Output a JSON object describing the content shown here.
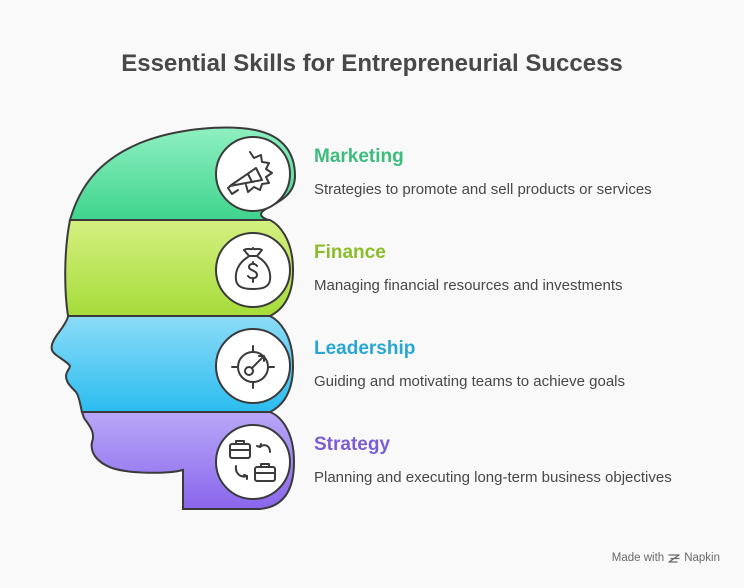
{
  "title": "Essential Skills for Entrepreneurial Success",
  "items": [
    {
      "title": "Marketing",
      "desc": "Strategies to promote and sell products or services",
      "color": "#3dbd7d",
      "icon": "megaphone-icon"
    },
    {
      "title": "Finance",
      "desc": "Managing financial resources and investments",
      "color": "#8bbd2a",
      "icon": "money-bag-icon"
    },
    {
      "title": "Leadership",
      "desc": "Guiding and motivating teams to achieve goals",
      "color": "#28a7d6",
      "icon": "target-icon"
    },
    {
      "title": "Strategy",
      "desc": "Planning and executing long-term business objectives",
      "color": "#7a5fd4",
      "icon": "briefcase-exchange-icon"
    }
  ],
  "footer": {
    "made_with": "Made with",
    "brand": "Napkin"
  }
}
